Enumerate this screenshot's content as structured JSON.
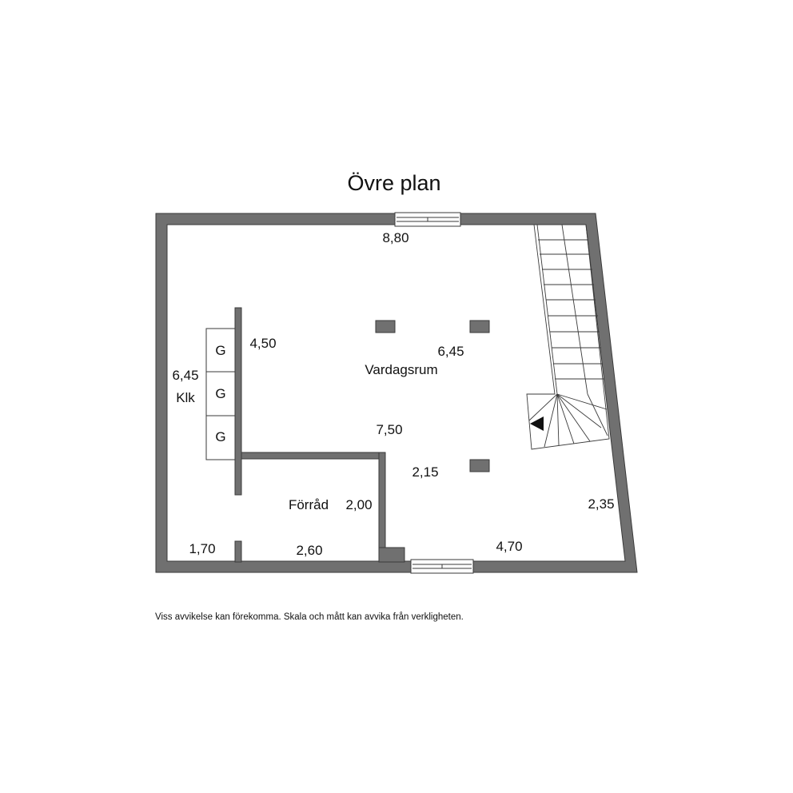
{
  "title": "Övre plan",
  "rooms": {
    "living": "Vardagsrum",
    "storage": "Förråd",
    "closet": "Klk"
  },
  "measurements": {
    "top_width": "8,80",
    "living_a": "6,45",
    "closet_length": "6,45",
    "living_b": "4,50",
    "living_c": "7,50",
    "living_d": "2,15",
    "storage_height": "2,00",
    "storage_width": "2,60",
    "hall_width": "1,70",
    "bottom_right": "4,70",
    "right_side": "2,35"
  },
  "wardrobes": [
    "G",
    "G",
    "G"
  ],
  "disclaimer": "Viss avvikelse kan förekomma. Skala och mått kan avvika från verkligheten.",
  "colors": {
    "wall": "#707070",
    "outline": "#3a3a3a",
    "text": "#111111"
  }
}
